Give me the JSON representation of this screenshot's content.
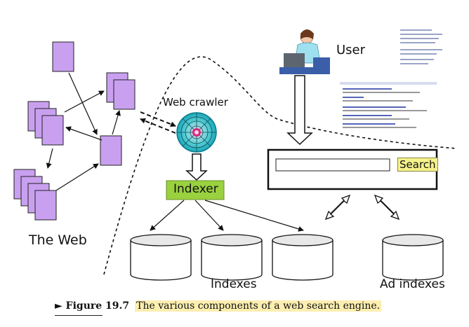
{
  "labels": {
    "the_web": "The Web",
    "web_crawler": "Web crawler",
    "indexer": "Indexer",
    "user": "User",
    "search_button": "Search",
    "indexes": "Indexes",
    "ad_indexes": "Ad indexes"
  },
  "caption": {
    "figure": "► Figure 19.7",
    "text": "The various components of a web search engine."
  },
  "colors": {
    "page": "#c9a0f0",
    "indexer_fill": "#9ad13f",
    "search_button": "#f5f28a"
  }
}
